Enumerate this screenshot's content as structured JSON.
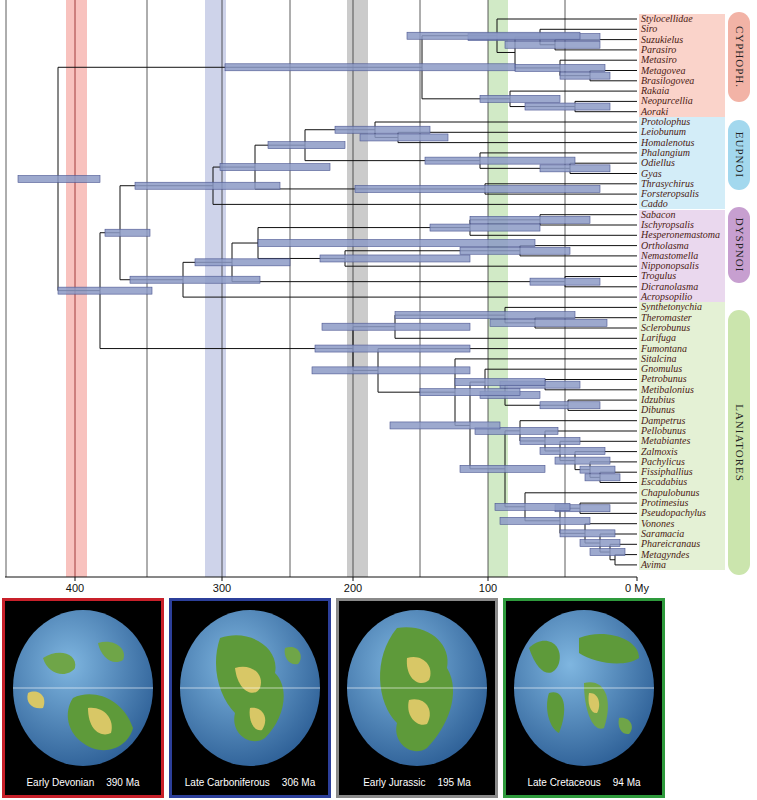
{
  "diagram": {
    "nodes": [
      {
        "text": [
          "Stylocellidae",
          "Siro",
          "Suzukielus",
          "Parasiro",
          "Metasiro",
          "Metagovea",
          "Brasilogovea",
          "Rakaia",
          "Neopurcellia",
          "Aoraki"
        ]
      },
      {
        "text": [
          "CYPHOPH."
        ]
      },
      {
        "text": [
          "Protolophus",
          "Leiobunum",
          "Homalenotus",
          "Phalangium",
          "Odiellus",
          "Gyas",
          "Thrasychirus",
          "Forsteropsalis",
          "Caddo"
        ]
      },
      {
        "text": [
          "EUPNOI"
        ]
      },
      {
        "text": [
          "Sabacon",
          "Ischyropsalis",
          "Hesperonemastoma",
          "Ortholasma",
          "Nemastomella",
          "Nipponopsalis",
          "Trogulus",
          "Dicranolasma",
          "Acropsopilio"
        ]
      },
      {
        "text": [
          "DYSPNOI"
        ]
      },
      {
        "text": [
          "Synthetonychia",
          "Theromaster",
          "Sclerobunus",
          "Larifuga",
          "Fumontana",
          "Sitalcina",
          "Gnomulus",
          "Petrobunus",
          "Metibalonius",
          "Idzubius",
          "Dibunus",
          "Dampetrus",
          "Pellobunus",
          "Metabiantes",
          "Zalmoxis",
          "Pachylicus",
          "Fissiphallius",
          "Escadabius",
          "Chapulobunus",
          "Protimesius",
          "Pseudopachylus",
          "Vonones",
          "Saramacia",
          "Phareicranaus",
          "Metagyndes",
          "Avima"
        ]
      },
      {
        "text": [
          "LANIATORES"
        ]
      },
      {
        "text": [
          "Early Devonian",
          "390 Ma"
        ]
      },
      {
        "text": [
          "Late Carboniferous",
          "306 Ma"
        ]
      },
      {
        "text": [
          "Early Jurassic",
          "195 Ma"
        ]
      },
      {
        "text": [
          "Late Cretaceous",
          "94 Ma"
        ]
      }
    ],
    "labels": [
      "400",
      "300",
      "200",
      "100",
      "0 My"
    ]
  }
}
